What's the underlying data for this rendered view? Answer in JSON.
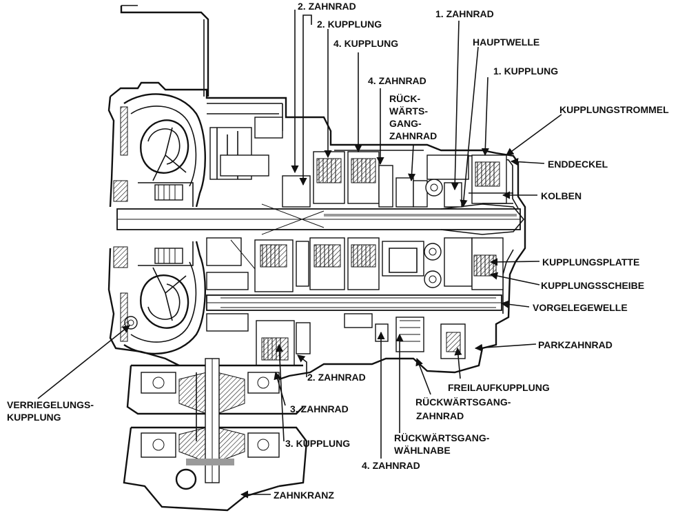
{
  "labels": {
    "zahnrad_2_top": "2. ZAHNRAD",
    "kupplung_2": "2. KUPPLUNG",
    "kupplung_4": "4. KUPPLUNG",
    "zahnrad_4_top": "4. ZAHNRAD",
    "rueckwaerts_1": "RÜCK-",
    "rueckwaerts_2": "WÄRTS-",
    "rueckwaerts_3": "GANG-",
    "rueckwaerts_4": "ZAHNRAD",
    "zahnrad_1": "1. ZAHNRAD",
    "hauptwelle": "HAUPTWELLE",
    "kupplung_1": "1. KUPPLUNG",
    "kupplungstrommel": "KUPPLUNGSTROMMEL",
    "enddeckel": "ENDDECKEL",
    "kolben": "KOLBEN",
    "kupplungsplatte": "KUPPLUNGSPLATTE",
    "kupplungsscheibe": "KUPPLUNGSSCHEIBE",
    "vorgelegewelle": "VORGELEGEWELLE",
    "parkzahnrad": "PARKZAHNRAD",
    "freilaufkupplung": "FREILAUFKUPPLUNG",
    "rueckwaertsgang_zahnrad_1": "RÜCKWÄRTSGANG-",
    "rueckwaertsgang_zahnrad_2": "ZAHNRAD",
    "rueckwaertsgang_waehlnabe_1": "RÜCKWÄRTSGANG-",
    "rueckwaertsgang_waehlnabe_2": "WÄHLNABE",
    "zahnrad_4_bottom": "4. ZAHNRAD",
    "zahnrad_2_bottom": "2. ZAHNRAD",
    "zahnrad_3": "3. ZAHNRAD",
    "kupplung_3": "3. KUPPLUNG",
    "verriegelung_1": "VERRIEGELUNGS-",
    "verriegelung_2": "KUPPLUNG",
    "zahnkranz": "ZAHNKRANZ"
  }
}
